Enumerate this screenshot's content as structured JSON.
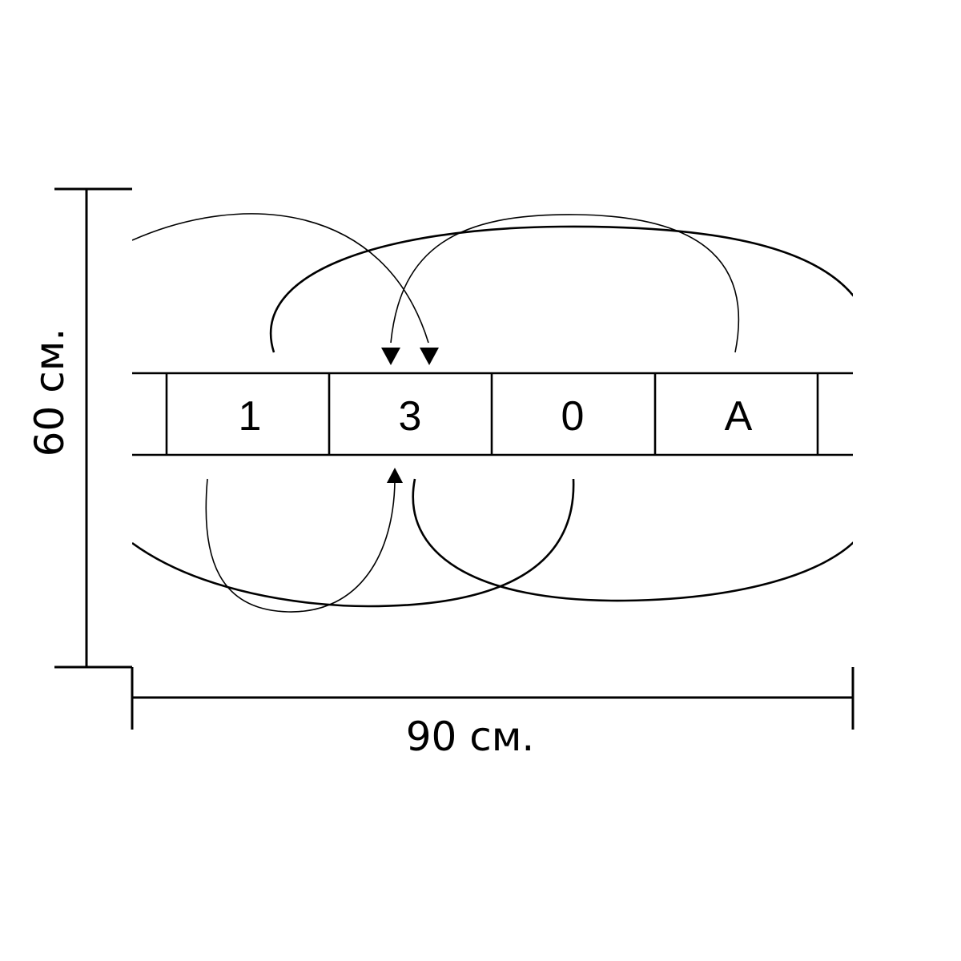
{
  "diagram": {
    "cells": [
      "1",
      "3",
      "0",
      "A"
    ],
    "width_label": "90 см.",
    "height_label": "60 см."
  }
}
